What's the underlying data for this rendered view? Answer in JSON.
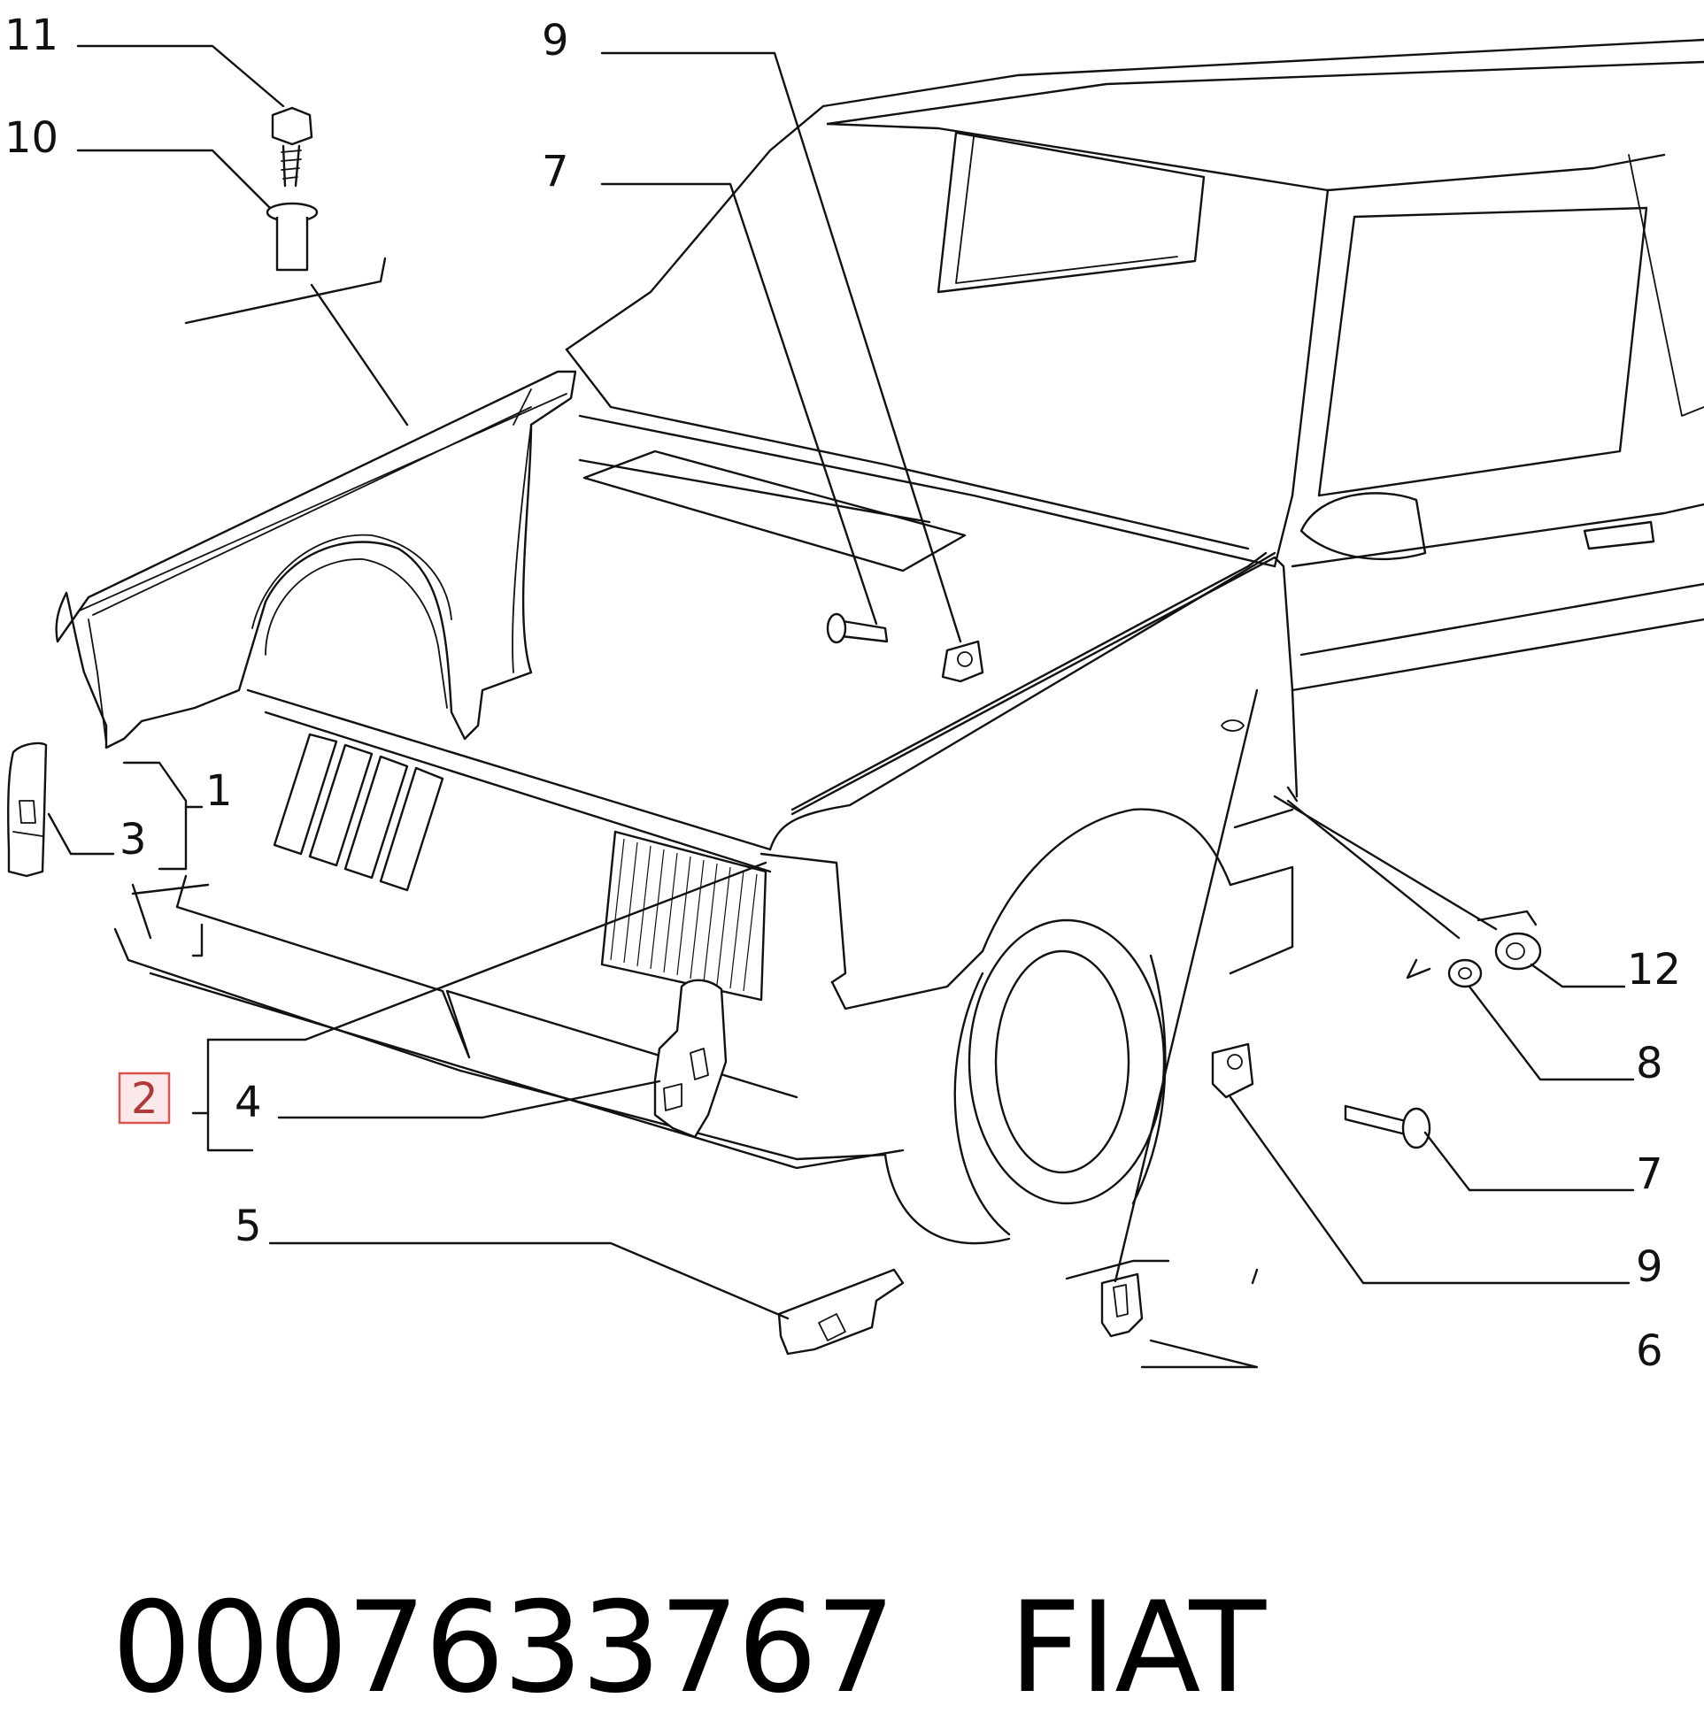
{
  "callouts": {
    "c11": "11",
    "c10": "10",
    "c9_top": "9",
    "c7_top": "7",
    "c1": "1",
    "c3": "3",
    "c2": "2",
    "c4": "4",
    "c5": "5",
    "c12": "12",
    "c8": "8",
    "c7_right": "7",
    "c9_right": "9",
    "c6": "6"
  },
  "highlight": {
    "callout": "2",
    "box_color": "#d9534f",
    "fill_color": "#fbe9ea"
  },
  "caption": {
    "part_number": "0007633767",
    "brand": "FIAT"
  }
}
